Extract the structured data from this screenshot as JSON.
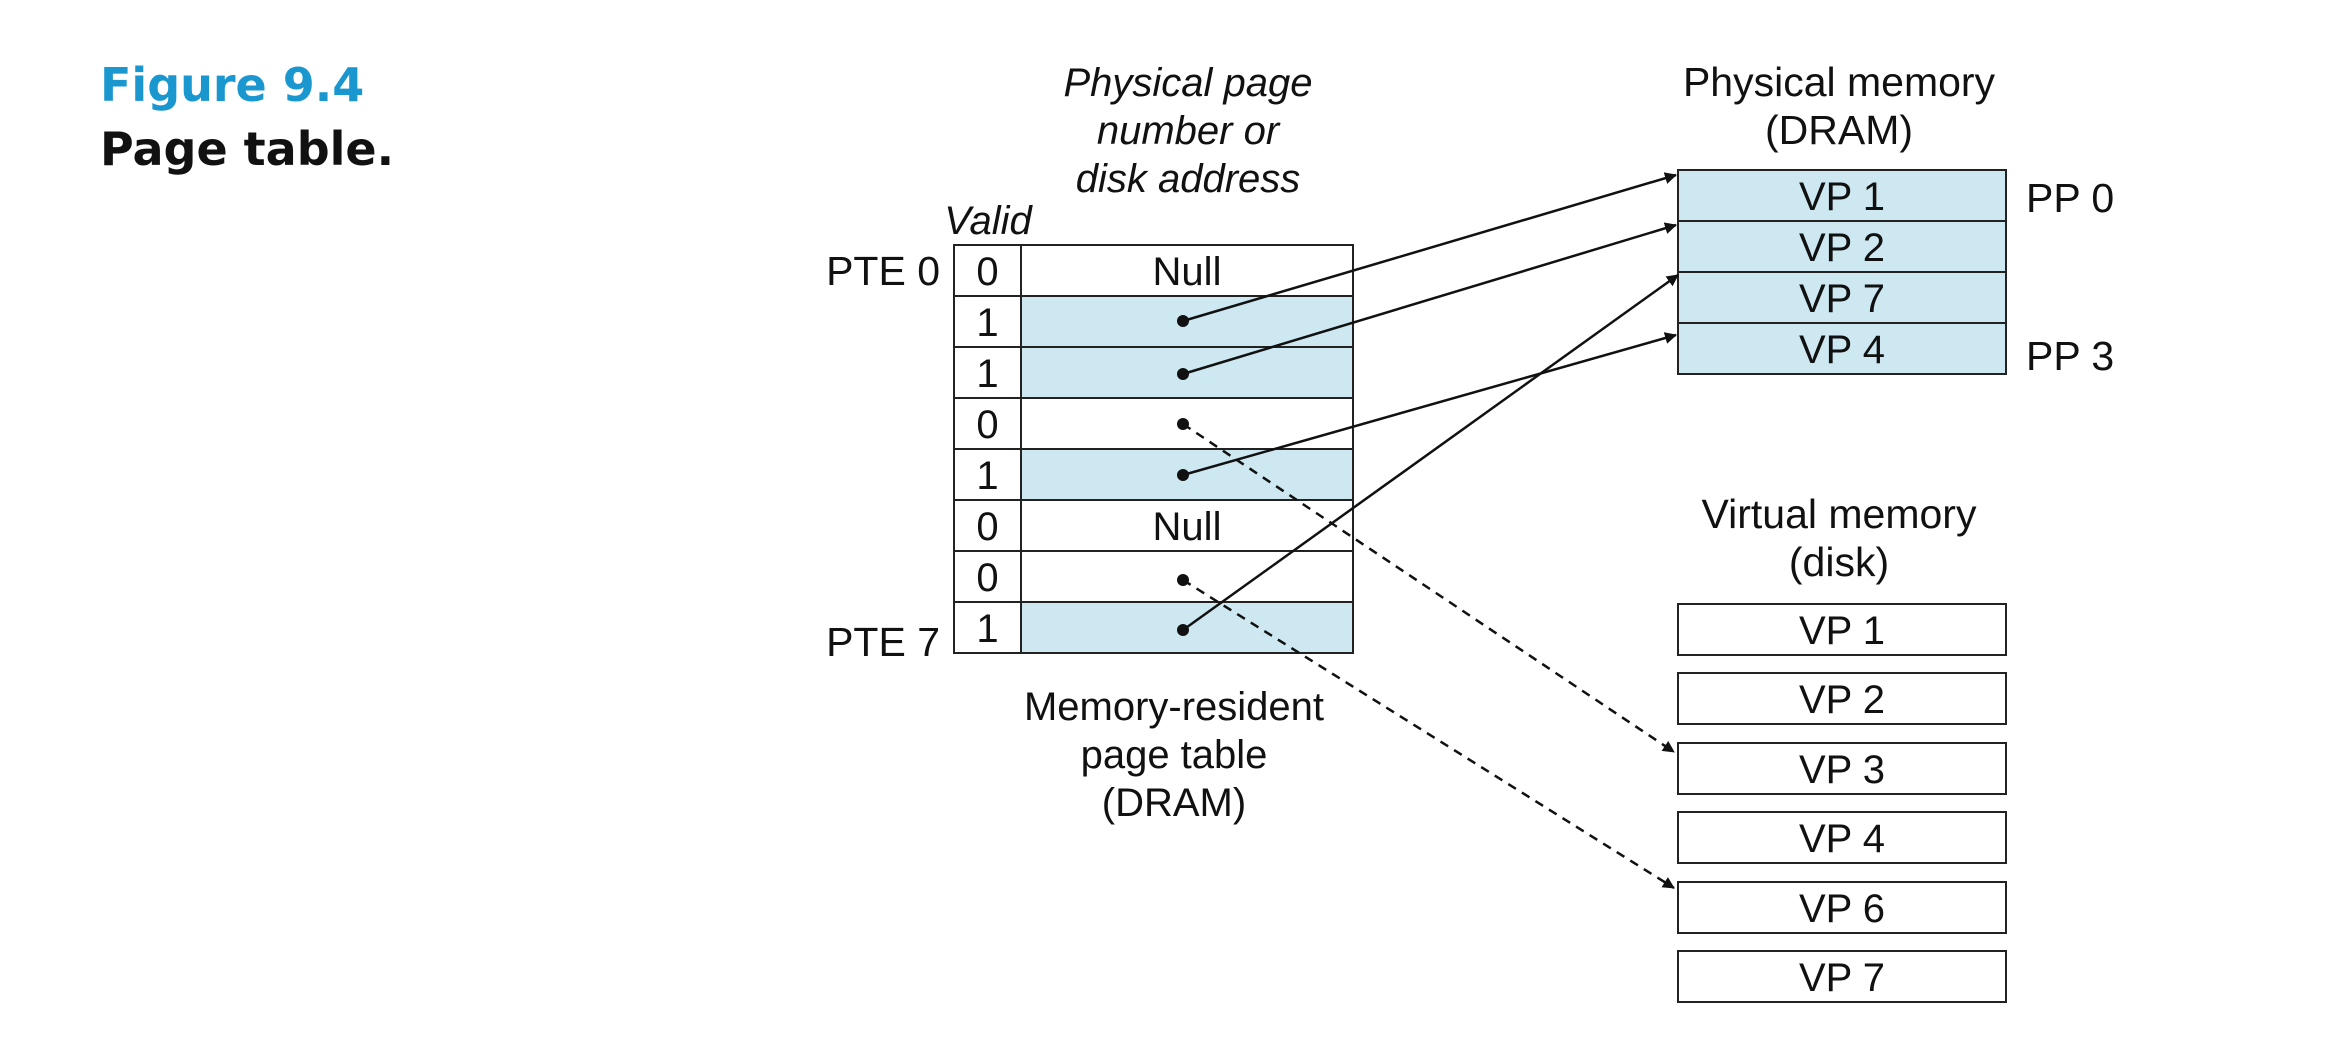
{
  "figure": {
    "label": "Figure 9.4",
    "caption": "Page table."
  },
  "page_table": {
    "header_valid": "Valid",
    "header_ppn": [
      "Physical page",
      "number or",
      "disk address"
    ],
    "first_label": "PTE 0",
    "last_label": "PTE 7",
    "rows": [
      {
        "valid": "0",
        "content": "Null"
      },
      {
        "valid": "1",
        "content": ""
      },
      {
        "valid": "1",
        "content": ""
      },
      {
        "valid": "0",
        "content": ""
      },
      {
        "valid": "1",
        "content": ""
      },
      {
        "valid": "0",
        "content": "Null"
      },
      {
        "valid": "0",
        "content": ""
      },
      {
        "valid": "1",
        "content": ""
      }
    ],
    "footer": [
      "Memory-resident",
      "page table",
      "(DRAM)"
    ]
  },
  "physical_memory": {
    "title": [
      "Physical memory",
      "(DRAM)"
    ],
    "pages": [
      "VP 1",
      "VP 2",
      "VP 7",
      "VP 4"
    ],
    "labels": [
      "PP 0",
      "PP 3"
    ]
  },
  "virtual_memory": {
    "title": [
      "Virtual memory",
      "(disk)"
    ],
    "pages": [
      "VP 1",
      "VP 2",
      "VP 3",
      "VP 4",
      "VP 6",
      "VP 7"
    ]
  },
  "colors": {
    "resident_fill": "#cde8f1",
    "accent": "#1a97cf",
    "stroke": "#222222"
  }
}
